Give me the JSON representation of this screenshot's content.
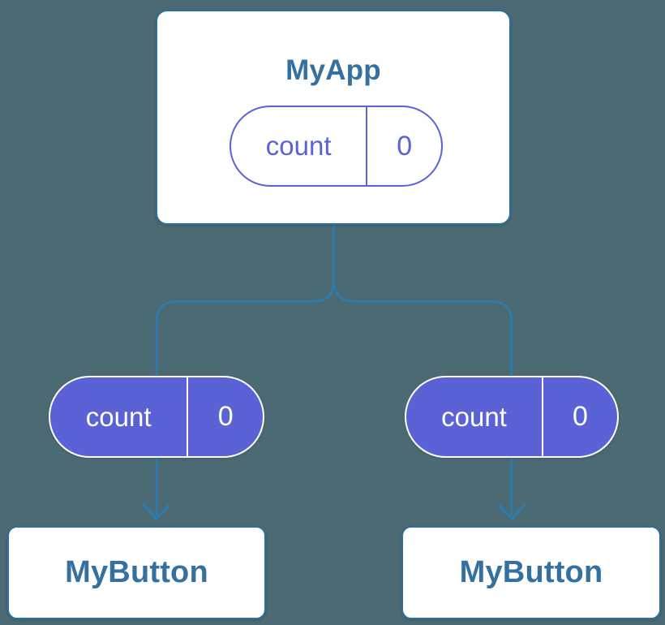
{
  "diagram": {
    "description": "Component tree showing state passed down as props",
    "colors": {
      "background": "#4c6a73",
      "connector_blue": "#2e7bab",
      "card_border_blue": "#2b6f9f",
      "title_text_blue": "#35719f",
      "state_purple": "#5a62d6",
      "card_fill": "#ffffff",
      "pill_solid_text": "#ffffff"
    },
    "root": {
      "title": "MyApp",
      "state": {
        "name": "count",
        "value": "0"
      }
    },
    "children": [
      {
        "title": "MyButton",
        "prop": {
          "name": "count",
          "value": "0"
        }
      },
      {
        "title": "MyButton",
        "prop": {
          "name": "count",
          "value": "0"
        }
      }
    ]
  }
}
